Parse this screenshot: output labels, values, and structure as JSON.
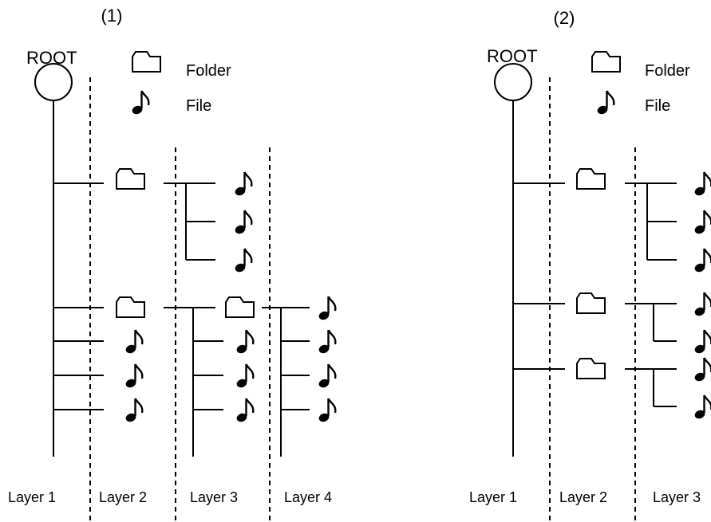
{
  "diagrams": [
    {
      "number": "(1)",
      "root_label": "ROOT",
      "legend": {
        "folder_label": "Folder",
        "file_label": "File"
      },
      "layers": [
        "Layer 1",
        "Layer 2",
        "Layer 3",
        "Layer 4"
      ]
    },
    {
      "number": "(2)",
      "root_label": "ROOT",
      "legend": {
        "folder_label": "Folder",
        "file_label": "File"
      },
      "layers": [
        "Layer 1",
        "Layer 2",
        "Layer 3"
      ]
    }
  ]
}
